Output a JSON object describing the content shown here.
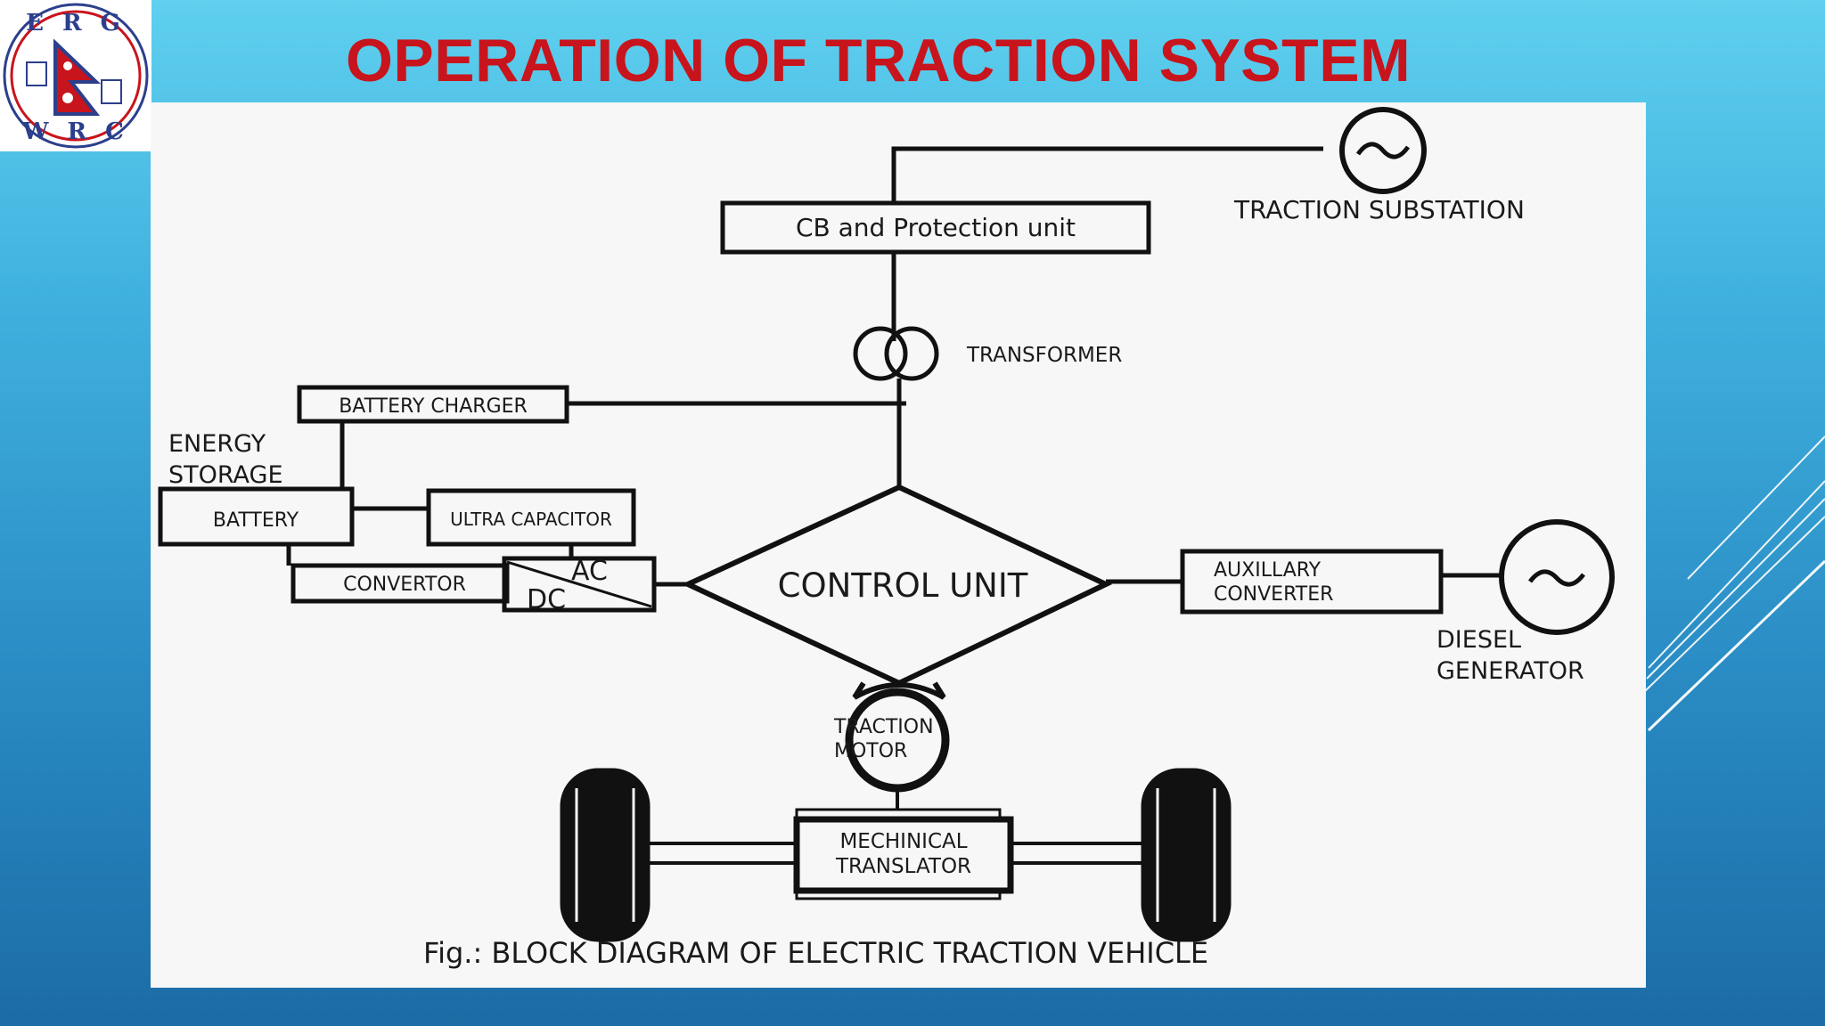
{
  "slide": {
    "title": "OPERATION OF TRACTION SYSTEM"
  },
  "logo": {
    "top_text": "E R G",
    "bottom_text": "W R C"
  },
  "diagram": {
    "traction_substation": "TRACTION SUBSTATION",
    "cb_protection": "CB and Protection unit",
    "transformer": "TRANSFORMER",
    "battery_charger": "BATTERY CHARGER",
    "energy_storage_line1": "ENERGY",
    "energy_storage_line2": "STORAGE",
    "battery": "BATTERY",
    "ultra_capacitor": "ULTRA CAPACITOR",
    "convertor": "CONVERTOR",
    "ac": "AC",
    "dc": "DC",
    "control_unit": "CONTROL UNIT",
    "auxillary_line1": "AUXILLARY",
    "auxillary_line2": "CONVERTER",
    "diesel_line1": "DIESEL",
    "diesel_line2": "GENERATOR",
    "traction_motor_line1": "TRACTION",
    "traction_motor_line2": "MOTOR",
    "mech_line1": "MECHINICAL",
    "mech_line2": "TRANSLATOR",
    "caption": "Fig.: BLOCK DIAGRAM OF ELECTRIC TRACTION VEHICLE"
  }
}
